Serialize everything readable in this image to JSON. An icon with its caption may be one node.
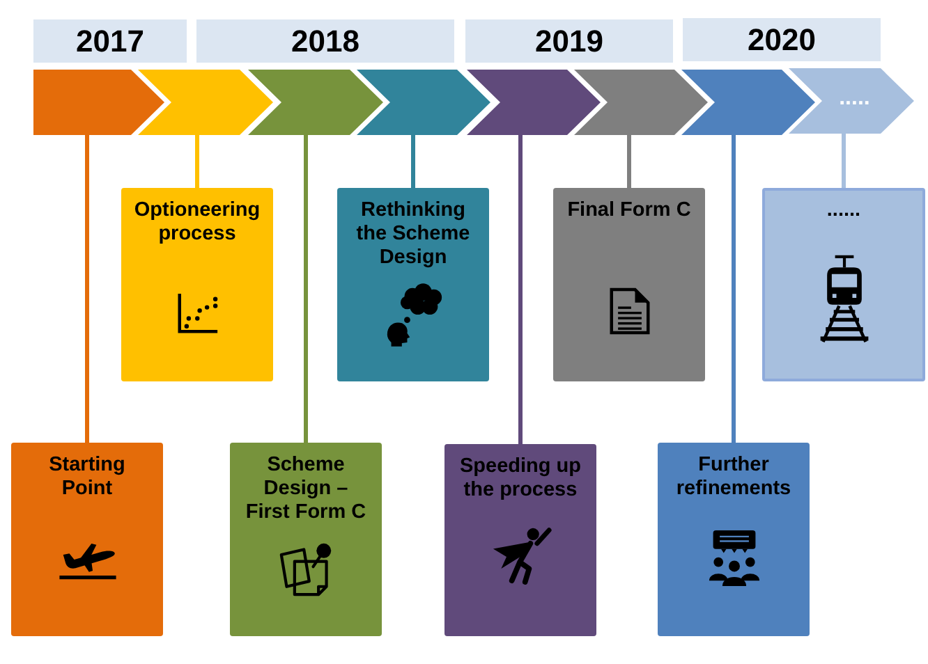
{
  "diagram": {
    "nodes": [
      {
        "text": [
          "2017"
        ]
      },
      {
        "text": [
          "2018"
        ]
      },
      {
        "text": [
          "2019"
        ]
      },
      {
        "text": [
          "2020"
        ]
      },
      {
        "text": [],
        "shape": "chevron"
      },
      {
        "text": [],
        "shape": "chevron"
      },
      {
        "text": [],
        "shape": "chevron"
      },
      {
        "text": [],
        "shape": "chevron"
      },
      {
        "text": [],
        "shape": "chevron"
      },
      {
        "text": [],
        "shape": "chevron"
      },
      {
        "text": [],
        "shape": "chevron"
      },
      {
        "text": [
          "....."
        ]
      },
      {
        "text": [
          "Starting Point"
        ]
      },
      {
        "text": [
          "Optioneering process"
        ]
      },
      {
        "text": [
          "Scheme Design – First Form C"
        ]
      },
      {
        "text": [
          "Rethinking the Scheme Design"
        ]
      },
      {
        "text": [
          "Speeding up the process"
        ]
      },
      {
        "text": [
          "Final Form C"
        ]
      },
      {
        "text": [
          "Further refinements"
        ]
      },
      {
        "text": [
          "......"
        ]
      }
    ],
    "edges": [
      {
        "from": 4,
        "to": 12,
        "arrow": "none",
        "color": "#e46c0a"
      },
      {
        "from": 5,
        "to": 13,
        "arrow": "none",
        "color": "#ffc000"
      },
      {
        "from": 6,
        "to": 14,
        "arrow": "none",
        "color": "#77933c"
      },
      {
        "from": 7,
        "to": 15,
        "arrow": "none",
        "color": "#31849b"
      },
      {
        "from": 8,
        "to": 16,
        "arrow": "none",
        "color": "#604a7b"
      },
      {
        "from": 9,
        "to": 17,
        "arrow": "none",
        "color": "#7f7f7f"
      },
      {
        "from": 10,
        "to": 18,
        "arrow": "none",
        "color": "#4f81bd"
      },
      {
        "from": 11,
        "to": 19,
        "arrow": "none",
        "color": "#a7bfde"
      }
    ]
  }
}
